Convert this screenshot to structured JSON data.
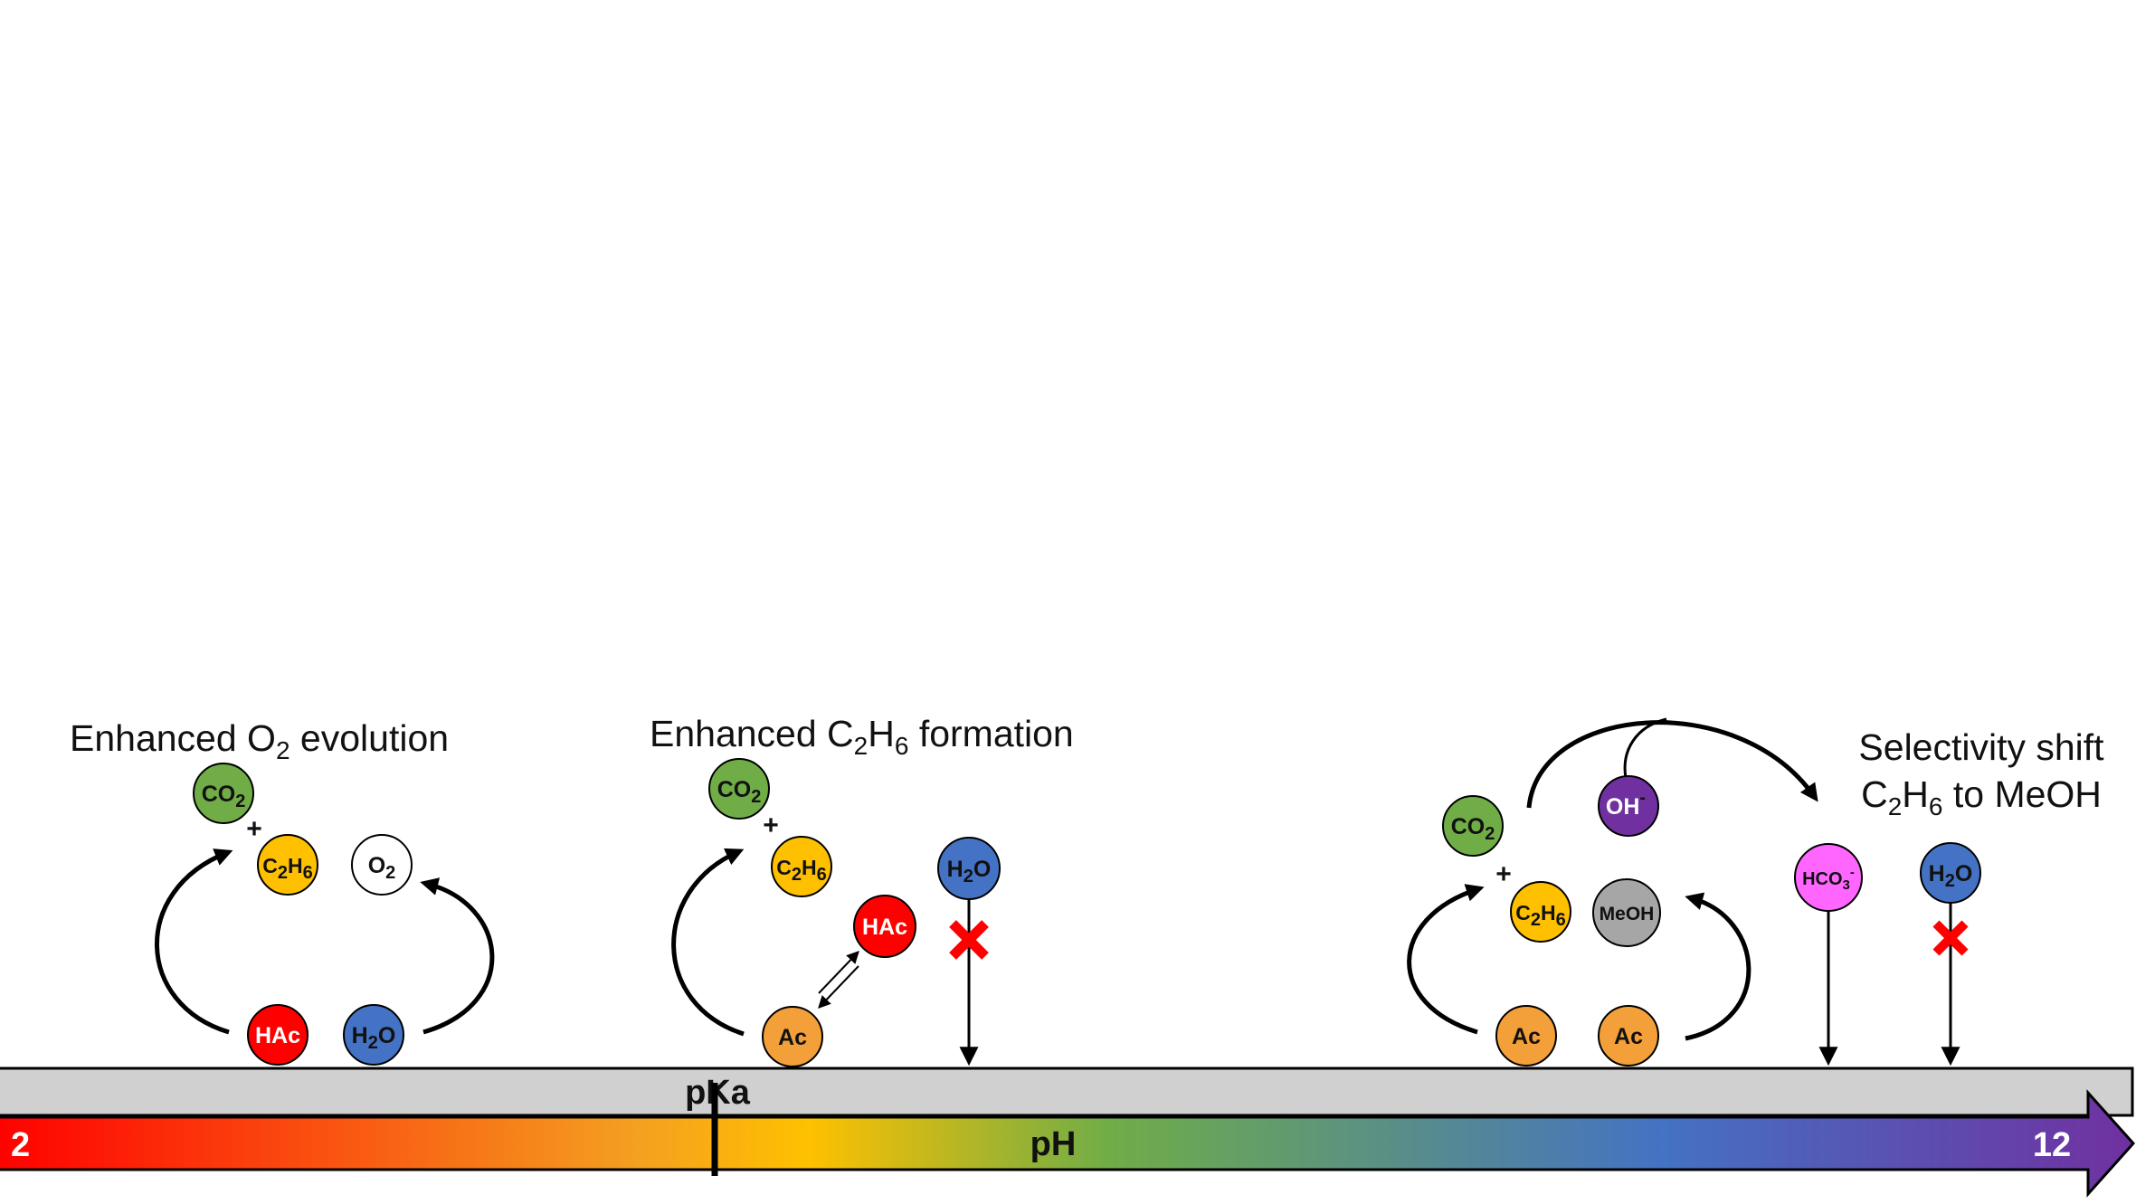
{
  "panels": {
    "left": {
      "title_prefix": "Enhanced O",
      "title_sub": "2",
      "title_suffix": " evolution"
    },
    "middle": {
      "title_prefix": "Enhanced C",
      "title_sub1": "2",
      "title_mid": "H",
      "title_sub2": "6",
      "title_suffix": " formation"
    },
    "right": {
      "title_line1": "Selectivity shift",
      "title_line2_prefix": "C",
      "title_line2_sub1": "2",
      "title_line2_mid": "H",
      "title_line2_sub2": "6",
      "title_line2_suffix": " to MeOH"
    }
  },
  "species": {
    "co2": {
      "main": "CO",
      "sub": "2",
      "color": "#70ad47"
    },
    "c2h6": {
      "c": "C",
      "sub1": "2",
      "h": "H",
      "sub2": "6",
      "color": "#ffc000"
    },
    "o2": {
      "main": "O",
      "sub": "2",
      "color": "#ffffff"
    },
    "hac": {
      "label": "HAc",
      "color": "#ff0000"
    },
    "h2o": {
      "h": "H",
      "sub": "2",
      "o": "O",
      "color": "#4472c4"
    },
    "ac": {
      "label": "Ac",
      "color": "#f4a03a"
    },
    "oh": {
      "main": "OH",
      "sup": "-",
      "color": "#7030a0"
    },
    "meoh": {
      "label": "MeOH",
      "color": "#a6a6a6"
    },
    "hco3": {
      "main": "HCO",
      "sub": "3",
      "sup": "-",
      "color": "#ff66ff"
    }
  },
  "plus_sign": "+",
  "pka_label": "pKa",
  "ph_bar": {
    "label": "pH",
    "min_label": "2",
    "max_label": "12"
  },
  "colors": {
    "pka_bar": "#d0d0d0",
    "blocked_mark": "#ff0000",
    "ph_gradient": [
      "#ff0000",
      "#f4a020",
      "#ffc000",
      "#70ad47",
      "#4472c4",
      "#7030a0"
    ]
  }
}
